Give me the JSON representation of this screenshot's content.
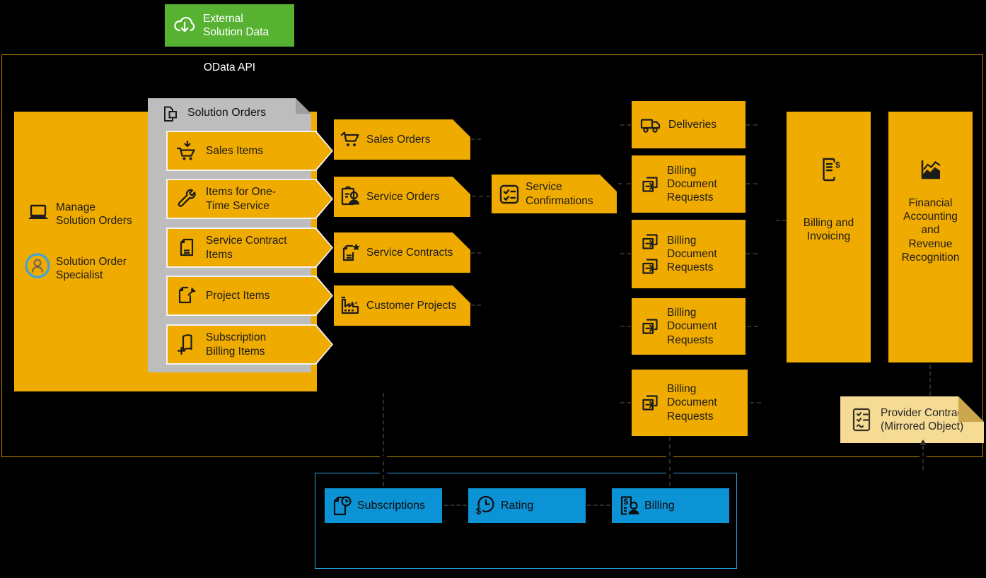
{
  "colors": {
    "gold": "#F0AB00",
    "gold_border": "#BD8A00",
    "light_gold": "#F5DB94",
    "gray": "#BDBDBD",
    "green": "#57B232",
    "blue": "#0C93D6",
    "blue_border": "#2B9FDE"
  },
  "external": {
    "label": "External\nSolution Data",
    "icon": "cloud-download-icon"
  },
  "odata_api_label": "OData API",
  "left_panel": {
    "manage_label": "Manage\nSolution Orders",
    "manage_icon": "laptop-icon",
    "specialist_label": "Solution Order\nSpecialist",
    "specialist_icon": "person-badge-icon"
  },
  "solution_orders": {
    "title": "Solution Orders",
    "title_icon": "copy-documents-icon",
    "items": [
      {
        "label": "Sales Items",
        "icon": "cart-receive-icon"
      },
      {
        "label": "Items for One-\nTime Service",
        "icon": "wrench-icon"
      },
      {
        "label": "Service Contract\nItems",
        "icon": "document-lines-icon"
      },
      {
        "label": "Project Items",
        "icon": "document-pin-icon"
      },
      {
        "label": "Subscription\nBilling Items",
        "icon": "page-plus-icon"
      }
    ]
  },
  "documents": [
    {
      "label": "Sales Orders",
      "icon": "cart-icon"
    },
    {
      "label": "Service Orders",
      "icon": "clipboard-person-icon"
    },
    {
      "label": "Service Contracts",
      "icon": "document-star-icon"
    },
    {
      "label": "Customer Projects",
      "icon": "factory-icon"
    }
  ],
  "service_confirmations": {
    "label": "Service\nConfirmations",
    "icon": "checklist-icon"
  },
  "fulfillment": [
    {
      "label": "Deliveries",
      "icon": "truck-icon"
    },
    {
      "label": "Billing\nDocument\nRequests",
      "icon": "document-arrow-icon"
    },
    {
      "label": "Billing\nDocument\nRequests",
      "icon": "document-arrow-double-icon"
    },
    {
      "label": "Billing\nDocument\nRequests",
      "icon": "document-arrow-icon"
    },
    {
      "label": "Billing\nDocument\nRequests",
      "icon": "document-arrow-icon"
    }
  ],
  "billing_invoicing": {
    "label": "Billing and\nInvoicing",
    "icon": "invoice-dollar-icon"
  },
  "fin_acc": {
    "label": "Financial\nAccounting\nand\nRevenue\nRecognition",
    "icon": "area-chart-icon"
  },
  "provider_contracts": {
    "label": "Provider Contracts\n(Mirrored Object)",
    "icon": "checklist-document-icon"
  },
  "subscription_section": {
    "boxes": [
      {
        "label": "Subscriptions",
        "icon": "page-clock-icon"
      },
      {
        "label": "Rating",
        "icon": "clock-dollar-icon"
      },
      {
        "label": "Billing",
        "icon": "invoice-person-icon"
      }
    ]
  }
}
